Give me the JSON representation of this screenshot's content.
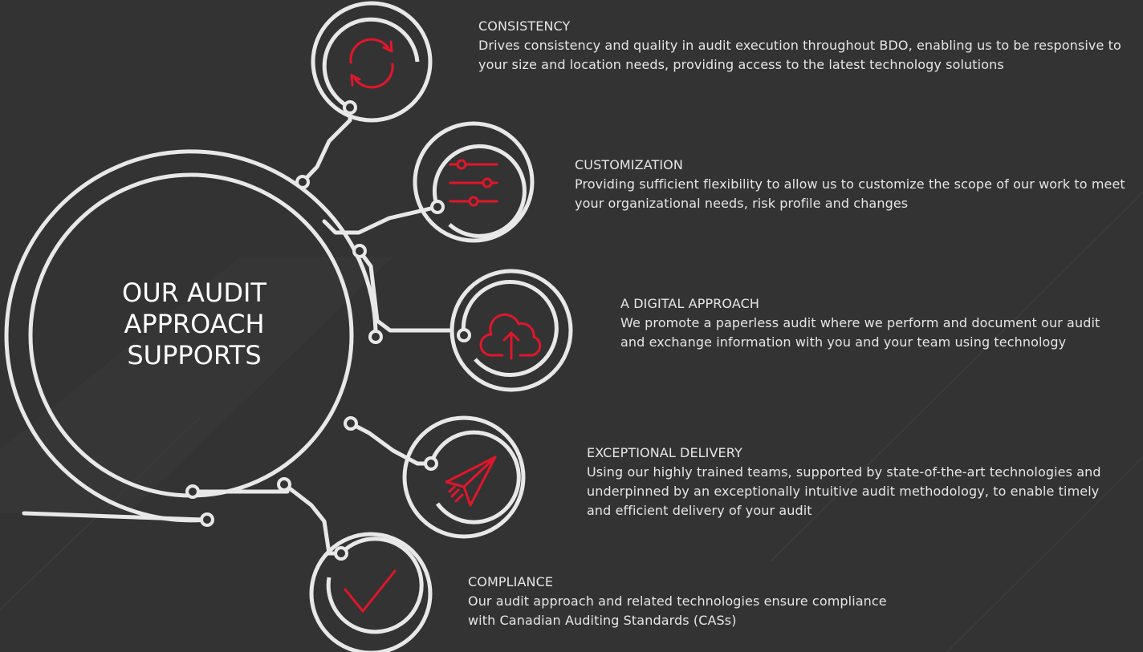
{
  "center": {
    "line1": "OUR AUDIT",
    "line2": "APPROACH",
    "line3": "SUPPORTS"
  },
  "colors": {
    "background": "#333333",
    "ring": "#e8e8e8",
    "accent": "#e0162b"
  },
  "items": [
    {
      "icon": "refresh-arrows-icon",
      "title": "CONSISTENCY",
      "description": "Drives consistency and quality in audit execution throughout BDO, enabling us to be responsive to your size and location needs, providing access to the latest technology solutions"
    },
    {
      "icon": "sliders-icon",
      "title": "CUSTOMIZATION",
      "description": "Providing sufficient flexibility to allow us to customize the scope of our work to meet your organizational needs, risk profile and changes"
    },
    {
      "icon": "cloud-upload-icon",
      "title": "A DIGITAL APPROACH",
      "description": "We promote a paperless audit where we perform and document our audit and exchange information with you and your team using technology"
    },
    {
      "icon": "paper-plane-icon",
      "title": "EXCEPTIONAL DELIVERY",
      "description": "Using our highly trained teams, supported by state-of-the-art technologies and underpinned by an exceptionally intuitive audit methodology, to enable timely and efficient delivery of your audit"
    },
    {
      "icon": "checkmark-icon",
      "title": "COMPLIANCE",
      "description": "Our audit approach and related technologies ensure compliance with Canadian Auditing Standards (CASs)"
    }
  ]
}
